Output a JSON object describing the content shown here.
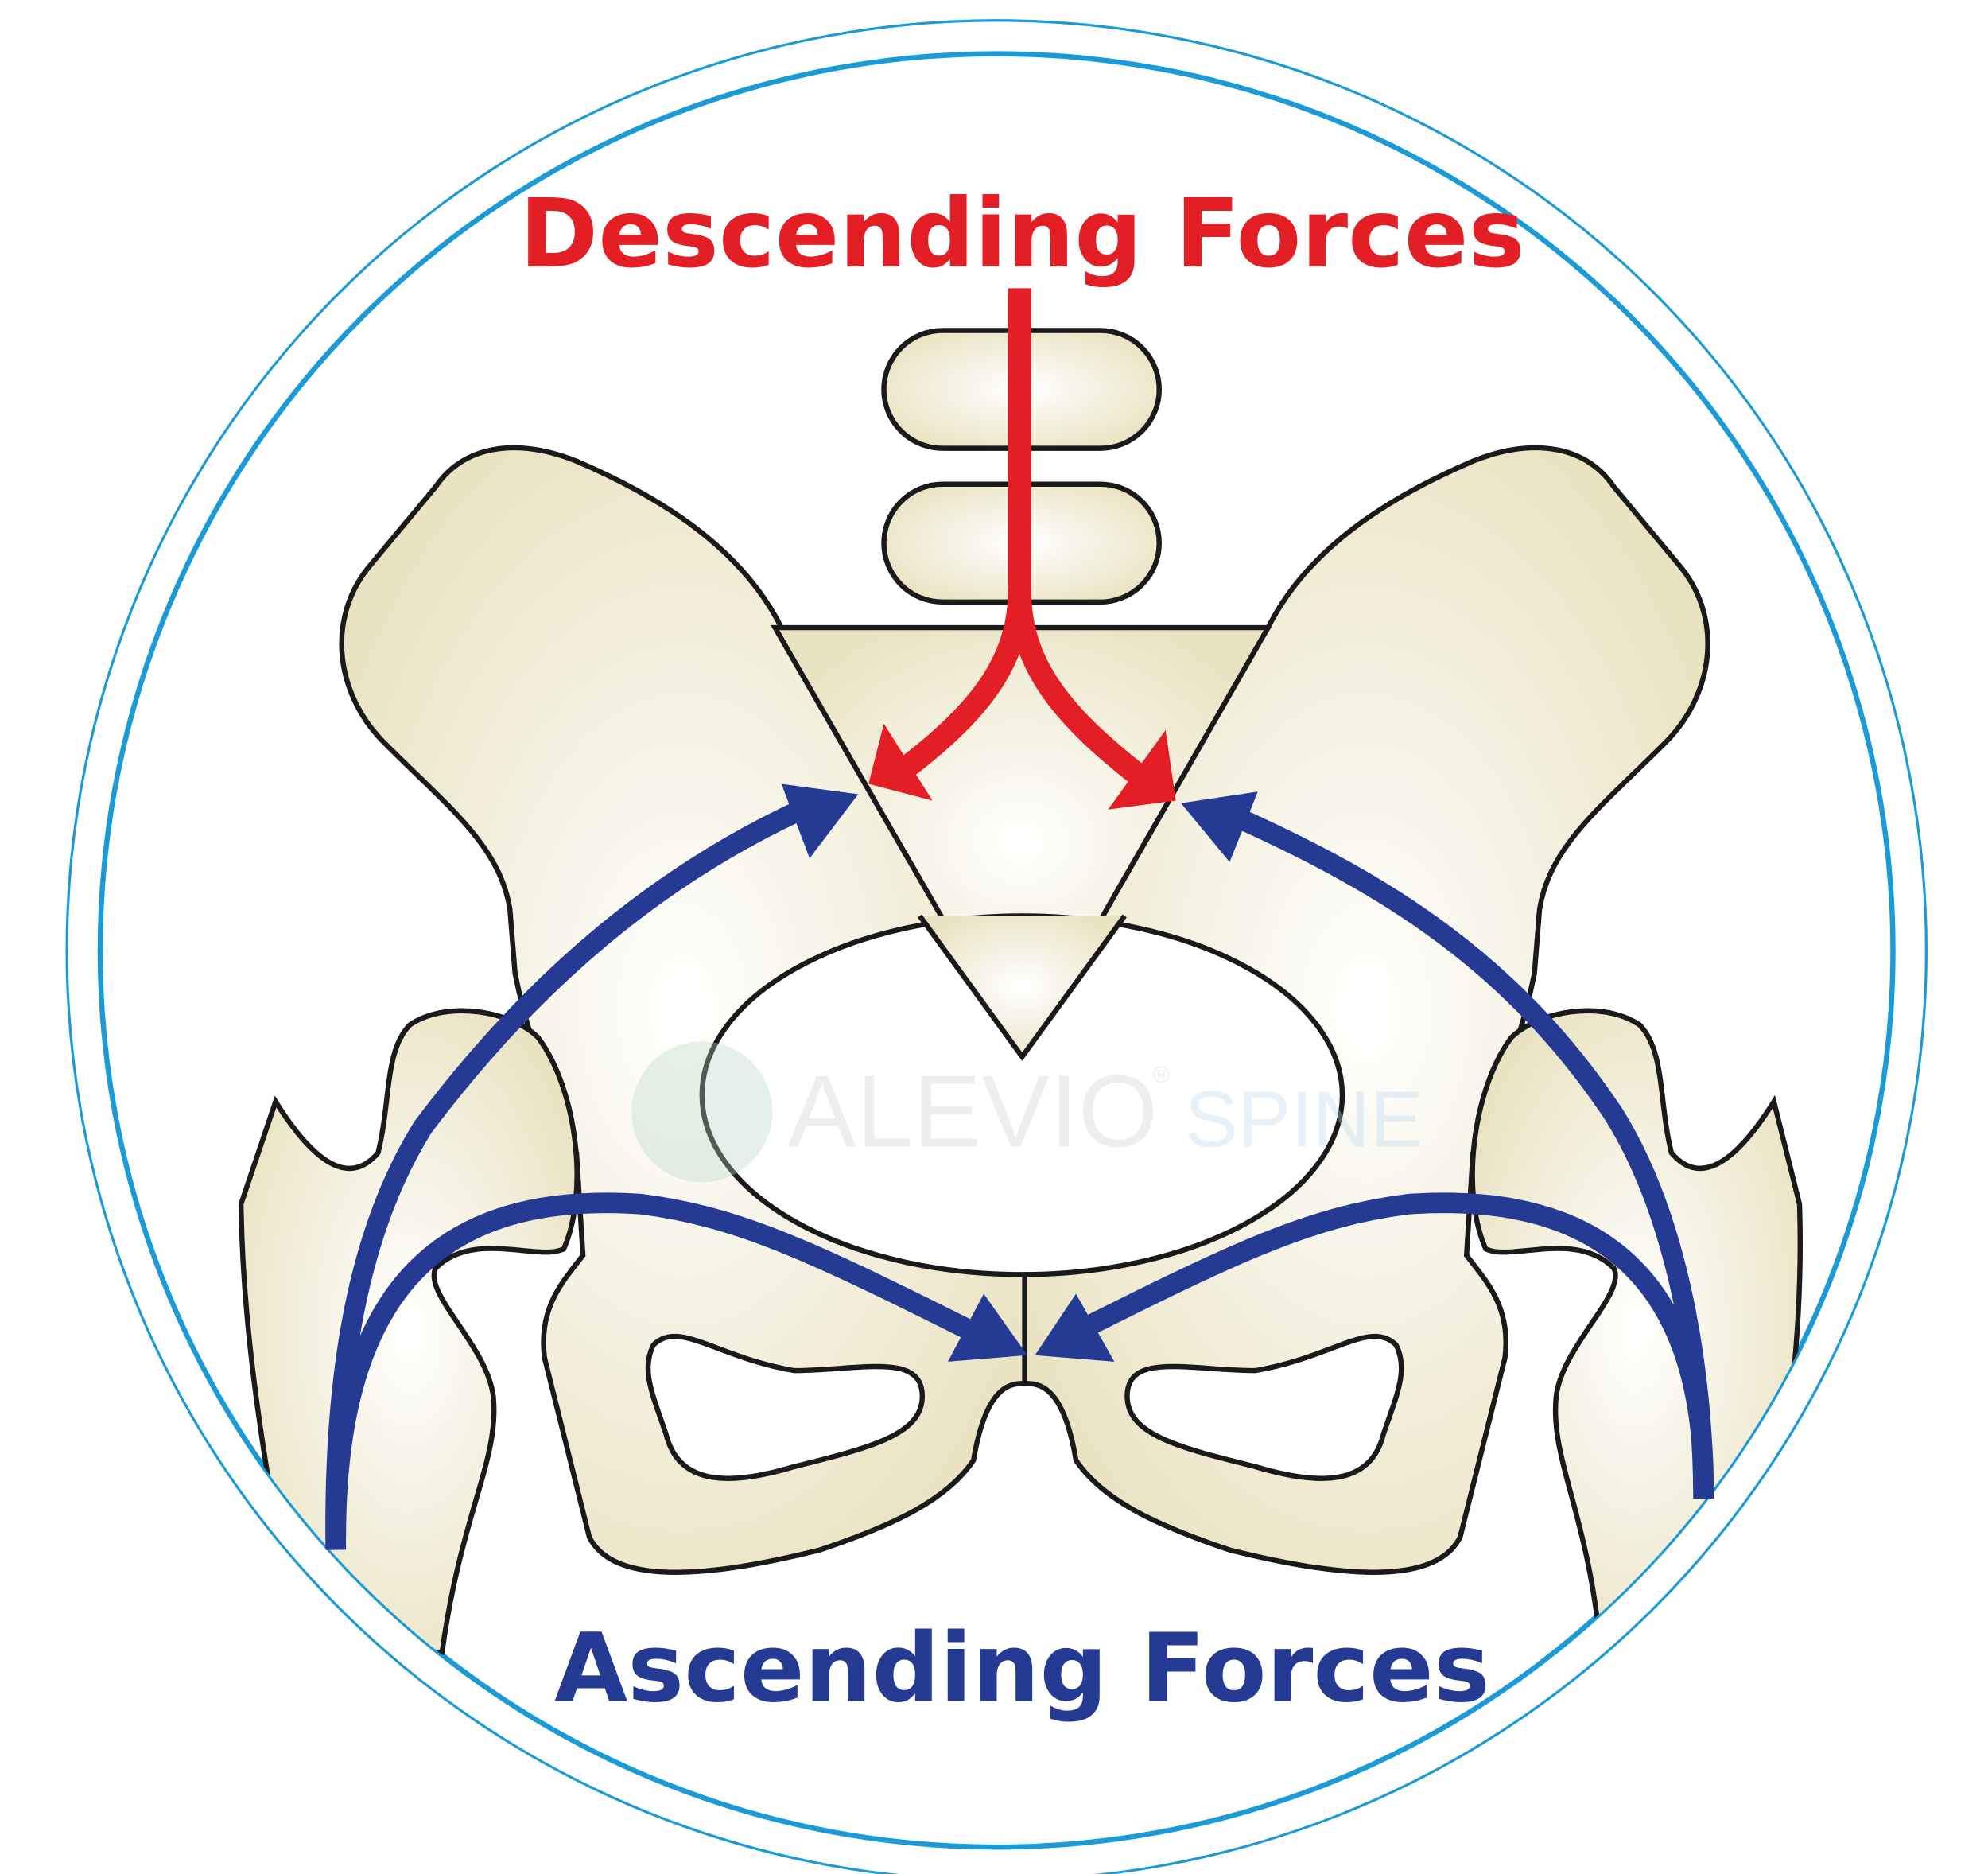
{
  "diagram": {
    "title_top": "Descending Forces",
    "title_bottom": "Ascending Forces",
    "watermark": {
      "brand": "ALEVIO",
      "registered": "®",
      "product": "SPINE"
    }
  },
  "colors": {
    "descending": "#e31e24",
    "ascending": "#253a93",
    "ring": "#1a9ad6",
    "bone": "#efe8c8",
    "outline": "#1a1a1a"
  }
}
